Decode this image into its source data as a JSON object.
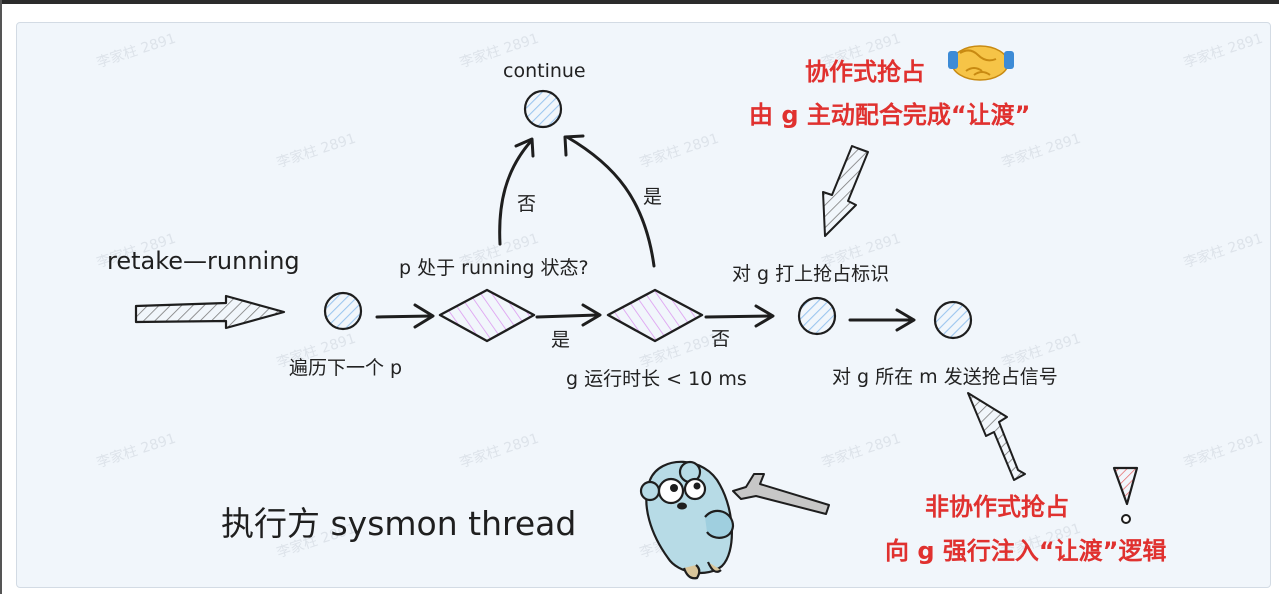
{
  "labels": {
    "continue": "continue",
    "no_top": "否",
    "yes_top": "是",
    "retake_running": "retake—running",
    "decision_p_running": "p 处于 running 状态?",
    "mark_g": "对 g 打上抢占标识",
    "iterate_p": "遍历下一个 p",
    "yes_mid": "是",
    "no_mid": "否",
    "g_runtime": "g 运行时长 < 10 ms",
    "send_signal": "对 g 所在 m 发送抢占信号",
    "executor": "执行方 sysmon thread"
  },
  "annotations": {
    "cooperative_title": "协作式抢占",
    "cooperative_desc": "由 g 主动配合完成“让渡”",
    "noncooperative_title": "非协作式抢占",
    "noncooperative_desc": "向 g 强行注入“让渡”逻辑"
  },
  "watermark": "李家柱 2891",
  "colors": {
    "background": "#f1f6fb",
    "circle_fill": "#a9cef2",
    "diamond_fill": "#e0a6ef",
    "red_text": "#e0312f",
    "stroke": "#1e1e1e"
  }
}
